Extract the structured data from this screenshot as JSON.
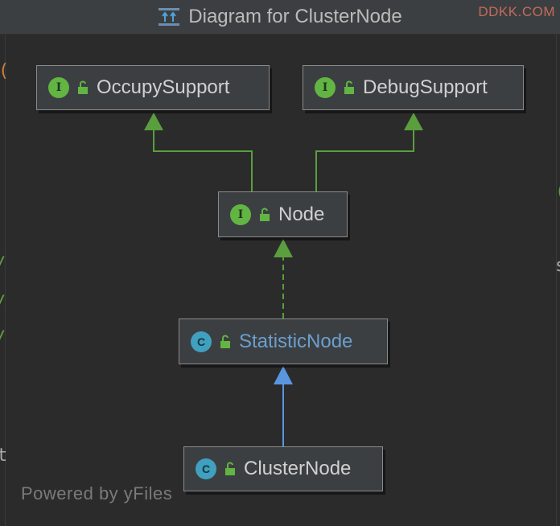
{
  "window": {
    "title": "Diagram for ClusterNode",
    "watermark": "DDKK.COM"
  },
  "nodes": [
    {
      "id": "occupy",
      "kind": "I",
      "label": "OccupySupport"
    },
    {
      "id": "debug",
      "kind": "I",
      "label": "DebugSupport"
    },
    {
      "id": "node",
      "kind": "I",
      "label": "Node"
    },
    {
      "id": "statistic",
      "kind": "C",
      "label": "StatisticNode"
    },
    {
      "id": "cluster",
      "kind": "C",
      "label": "ClusterNode"
    }
  ],
  "footer": {
    "powered": "Powered by yFiles"
  },
  "colors": {
    "interface_edge": "#5a9e3e",
    "extends_edge": "#5a95e0",
    "interface_badge": "#62b543",
    "class_badge": "#40a0c0",
    "node_border": "#8a8a8a",
    "node_fill": "#3c3f41"
  },
  "icons": [
    "diagram-icon",
    "interface-icon",
    "class-icon",
    "lock-icon"
  ]
}
